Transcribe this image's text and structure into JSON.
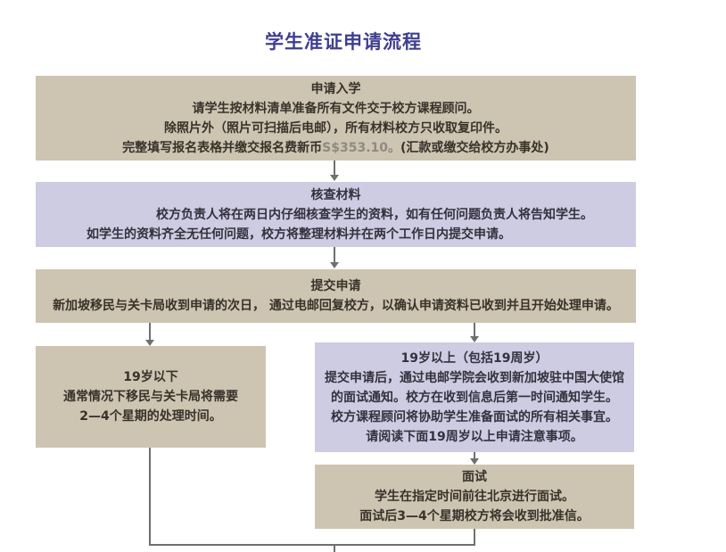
{
  "title": "学生准证申请流程",
  "boxes": {
    "apply": {
      "heading": "申请入学",
      "lines": [
        "请学生按材料清单准备所有文件交于校方课程顾问。",
        "除照片外（照片可扫描后电邮），所有材料校方只收取复印件。"
      ],
      "fee_line": {
        "prefix": "完整填写报名表格并缴交报名费新币",
        "fee": "S$353.10。",
        "suffix": "(汇款或缴交给校方办事处)"
      }
    },
    "verify": {
      "heading": "核查材料",
      "lines": [
        "校方负责人将在两日内仔细核查学生的资料，如有任何问题负责人将告知学生。",
        "如学生的资料齐全无任何问题，校方将整理材料并在两个工作日内提交申请。"
      ]
    },
    "submit": {
      "heading": "提交申请",
      "lines": [
        "新加坡移民与关卡局收到申请的次日， 通过电邮回复校方，以确认申请资料已收到并且开始处理申请。"
      ]
    },
    "under19": {
      "heading": "19岁以下",
      "lines": [
        "通常情况下移民与关卡局将需要",
        "2—4个星期的处理时间。"
      ]
    },
    "over19": {
      "heading": "19岁以上（包括19周岁）",
      "lines": [
        "提交申请后，通过电邮学院会收到新加坡驻中国大使馆",
        "的面试通知。校方在收到信息后第一时间通知学生。",
        "校方课程顾问将协助学生准备面试的所有相关事宜。",
        "请阅读下面19周岁以上申请注意事项。"
      ]
    },
    "interview": {
      "heading": "面试",
      "lines": [
        "学生在指定时间前往北京进行面试。",
        "面试后3—4个星期校方将会收到批准信。"
      ]
    }
  },
  "colors": {
    "title_blue": "#3e3e90",
    "tan_box": "#cec4b2",
    "lavender_box": "#cecce2",
    "connector_gray": "#6f6f6f",
    "fee_gray": "#8f8a82"
  }
}
